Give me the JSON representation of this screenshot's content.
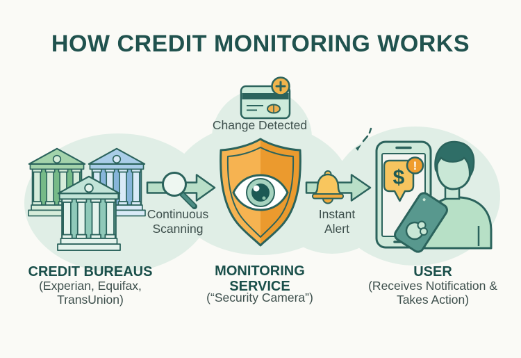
{
  "title": "HOW CREDIT MONITORING WORKS",
  "flow": {
    "change_detected_label": "Change Detected",
    "continuous_scanning_label": "Continuous Scanning",
    "instant_alert_label": "Instant Alert"
  },
  "nodes": {
    "credit_bureaus": {
      "heading": "CREDIT BUREAUS",
      "subtitle": "(Experian, Equifax, TransUnion)"
    },
    "monitoring_service": {
      "heading": "MONITORING SERVICE",
      "subtitle": "(“Security Camera”)"
    },
    "user": {
      "heading": "USER",
      "subtitle": "(Receives Notification & Takes Action)"
    }
  },
  "icons": {
    "credit_card": "credit-card with plus badge",
    "banks": "three bank buildings",
    "magnifier_arrow": "arrow with magnifying glass",
    "shield_eye": "shield with watching eye",
    "bell_arrow": "arrow with alert bell",
    "smartphone": "smartphone with dollar notification and user",
    "dollar_glyph": "$",
    "alert_glyph": "!"
  },
  "colors": {
    "outline_teal": "#2b635c",
    "heading_teal": "#1a4f4a",
    "body_text": "#3d4f4c",
    "blob_green": "#e0eee6",
    "arrow_green": "#b9dfc8",
    "shield_orange_light": "#f6b351",
    "shield_orange_dark": "#eb9a2e",
    "gold": "#f6c45f",
    "alert_orange": "#f09d2e",
    "mint": "#cfe9da",
    "bank_green": "#a3d3ab",
    "bank_blue": "#a9cde8",
    "bank_teal": "#c2e4d8",
    "hair_teal": "#2f6e67",
    "shirt_green": "#b7e0c6"
  }
}
